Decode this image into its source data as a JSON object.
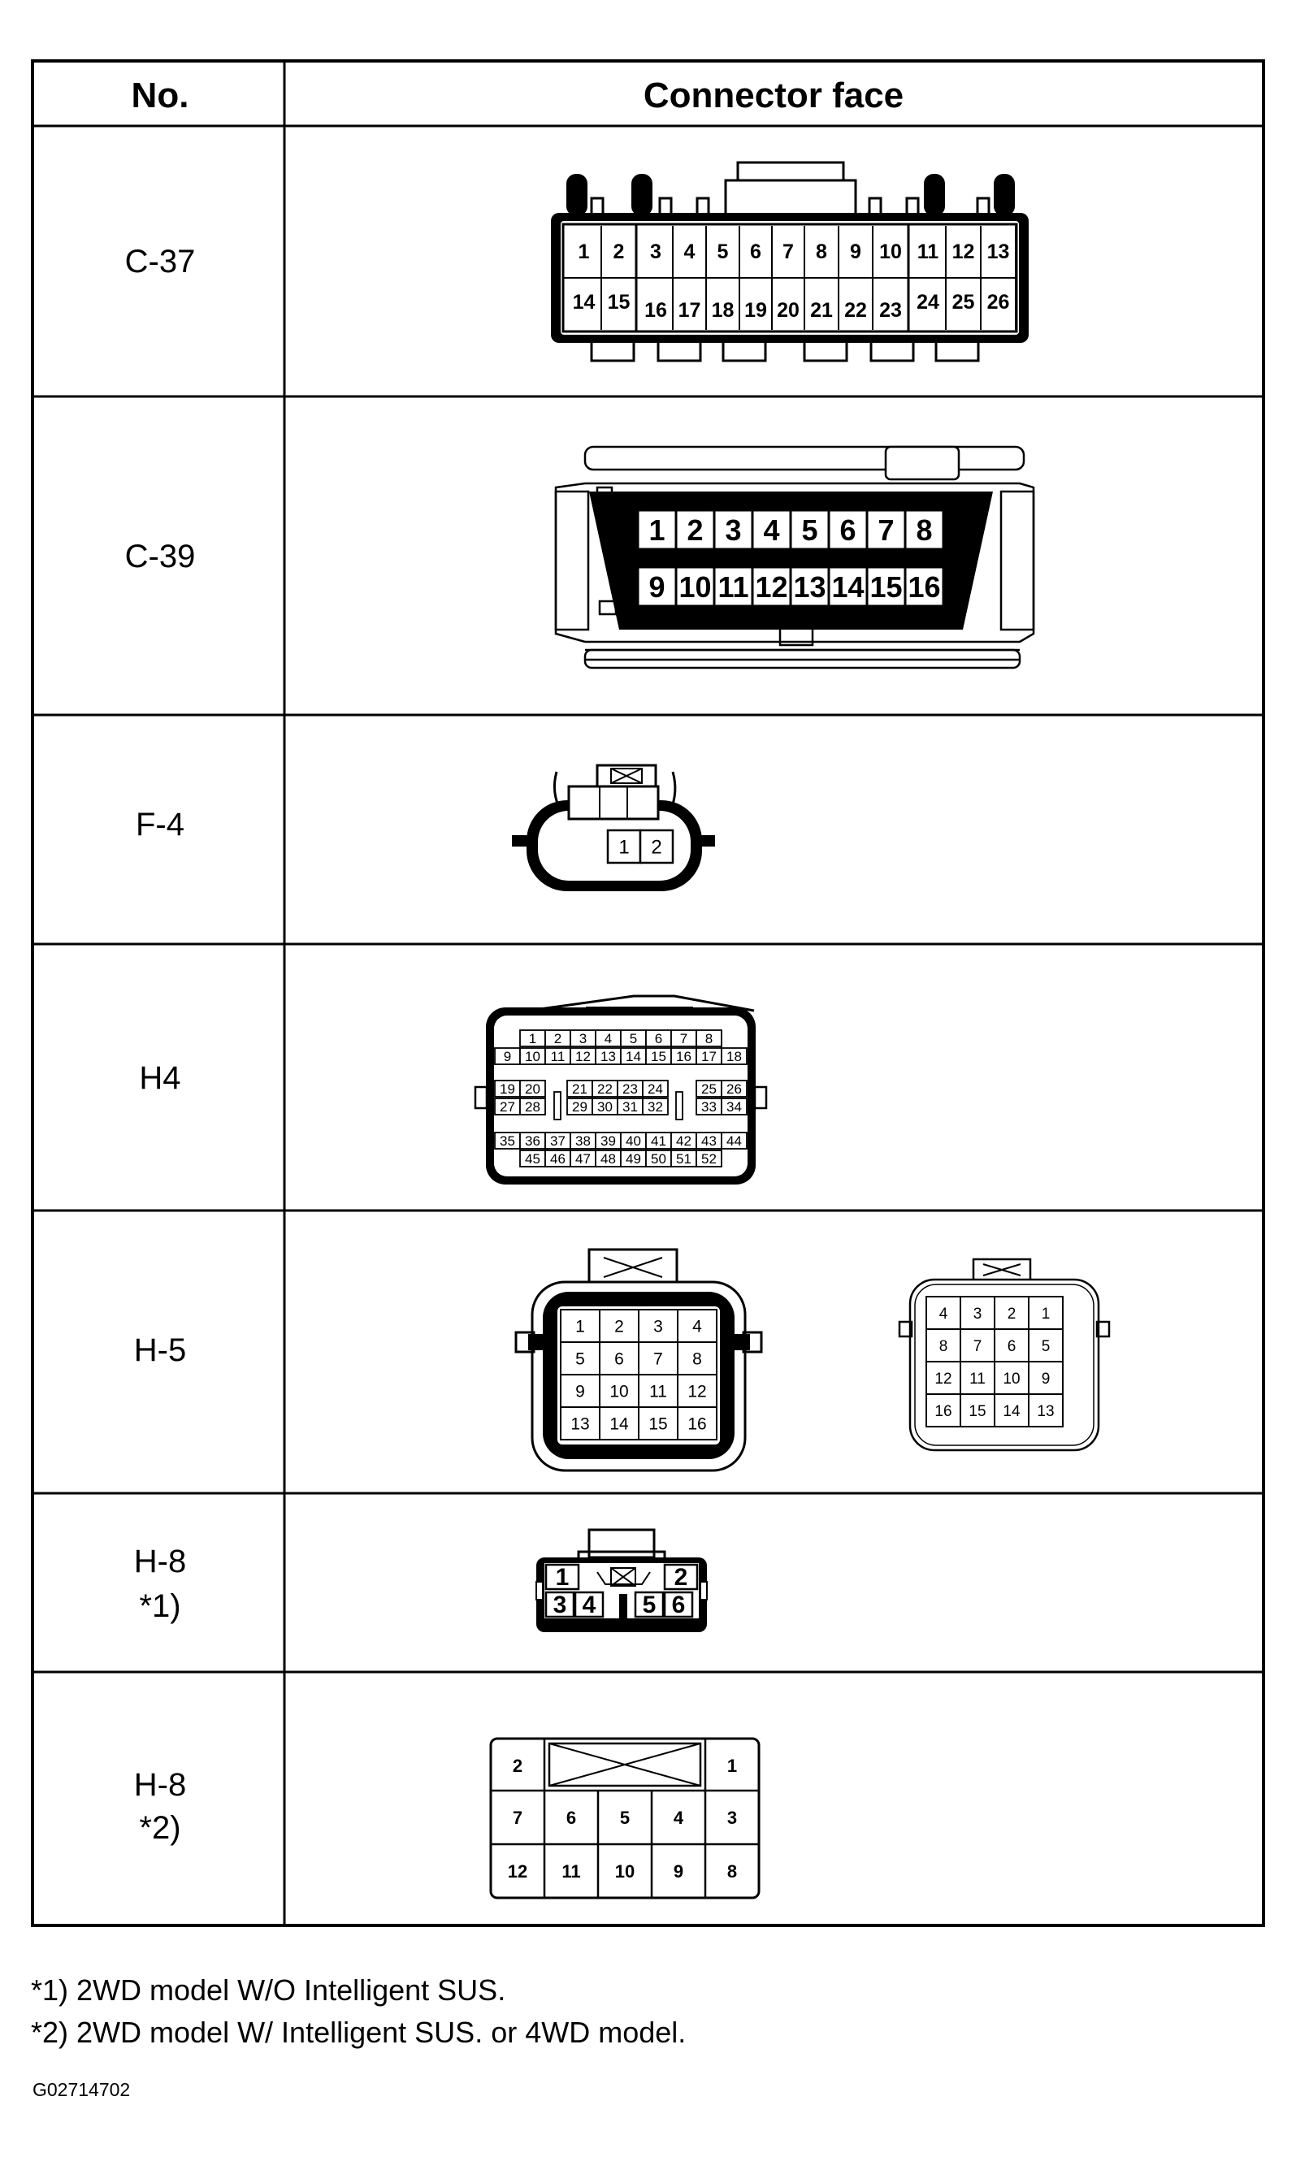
{
  "table": {
    "header_no": "No.",
    "header_face": "Connector face"
  },
  "connectors": {
    "c37": {
      "label": "C-37",
      "top": [
        "1",
        "2",
        "3",
        "4",
        "5",
        "6",
        "7",
        "8",
        "9",
        "10",
        "11",
        "12",
        "13"
      ],
      "bottom": [
        "14",
        "15",
        "16",
        "17",
        "18",
        "19",
        "20",
        "21",
        "22",
        "23",
        "24",
        "25",
        "26"
      ]
    },
    "c39": {
      "label": "C-39",
      "top": [
        "1",
        "2",
        "3",
        "4",
        "5",
        "6",
        "7",
        "8"
      ],
      "bottom": [
        "9",
        "10",
        "11",
        "12",
        "13",
        "14",
        "15",
        "16"
      ]
    },
    "f4": {
      "label": "F-4",
      "pins": [
        "1",
        "2"
      ]
    },
    "h4": {
      "label": "H4",
      "r1": [
        "1",
        "2",
        "3",
        "4",
        "5",
        "6",
        "7",
        "8"
      ],
      "r2": [
        "9",
        "10",
        "11",
        "12",
        "13",
        "14",
        "15",
        "16",
        "17",
        "18"
      ],
      "r3": [
        "19",
        "20",
        "21",
        "22",
        "23",
        "24",
        "25",
        "26"
      ],
      "r4": [
        "27",
        "28",
        "29",
        "30",
        "31",
        "32",
        "33",
        "34"
      ],
      "r5": [
        "35",
        "36",
        "37",
        "38",
        "39",
        "40",
        "41",
        "42",
        "43",
        "44"
      ],
      "r6": [
        "45",
        "46",
        "47",
        "48",
        "49",
        "50",
        "51",
        "52"
      ]
    },
    "h5": {
      "label": "H-5",
      "left": [
        [
          "1",
          "2",
          "3",
          "4"
        ],
        [
          "5",
          "6",
          "7",
          "8"
        ],
        [
          "9",
          "10",
          "11",
          "12"
        ],
        [
          "13",
          "14",
          "15",
          "16"
        ]
      ],
      "right": [
        [
          "4",
          "3",
          "2",
          "1"
        ],
        [
          "8",
          "7",
          "6",
          "5"
        ],
        [
          "12",
          "11",
          "10",
          "9"
        ],
        [
          "16",
          "15",
          "14",
          "13"
        ]
      ]
    },
    "h8a": {
      "label": "H-8",
      "note": "*1)",
      "top": [
        "1",
        "2"
      ],
      "bottom": [
        "3",
        "4",
        "5",
        "6"
      ]
    },
    "h8b": {
      "label": "H-8",
      "note": "*2)",
      "top": [
        "2",
        "1"
      ],
      "mid": [
        "7",
        "6",
        "5",
        "4",
        "3"
      ],
      "bot": [
        "12",
        "11",
        "10",
        "9",
        "8"
      ]
    }
  },
  "footnotes": {
    "n1": "*1) 2WD model W/O Intelligent SUS.",
    "n2": "*2) 2WD model W/ Intelligent SUS. or 4WD model."
  },
  "figure_code": "G02714702"
}
